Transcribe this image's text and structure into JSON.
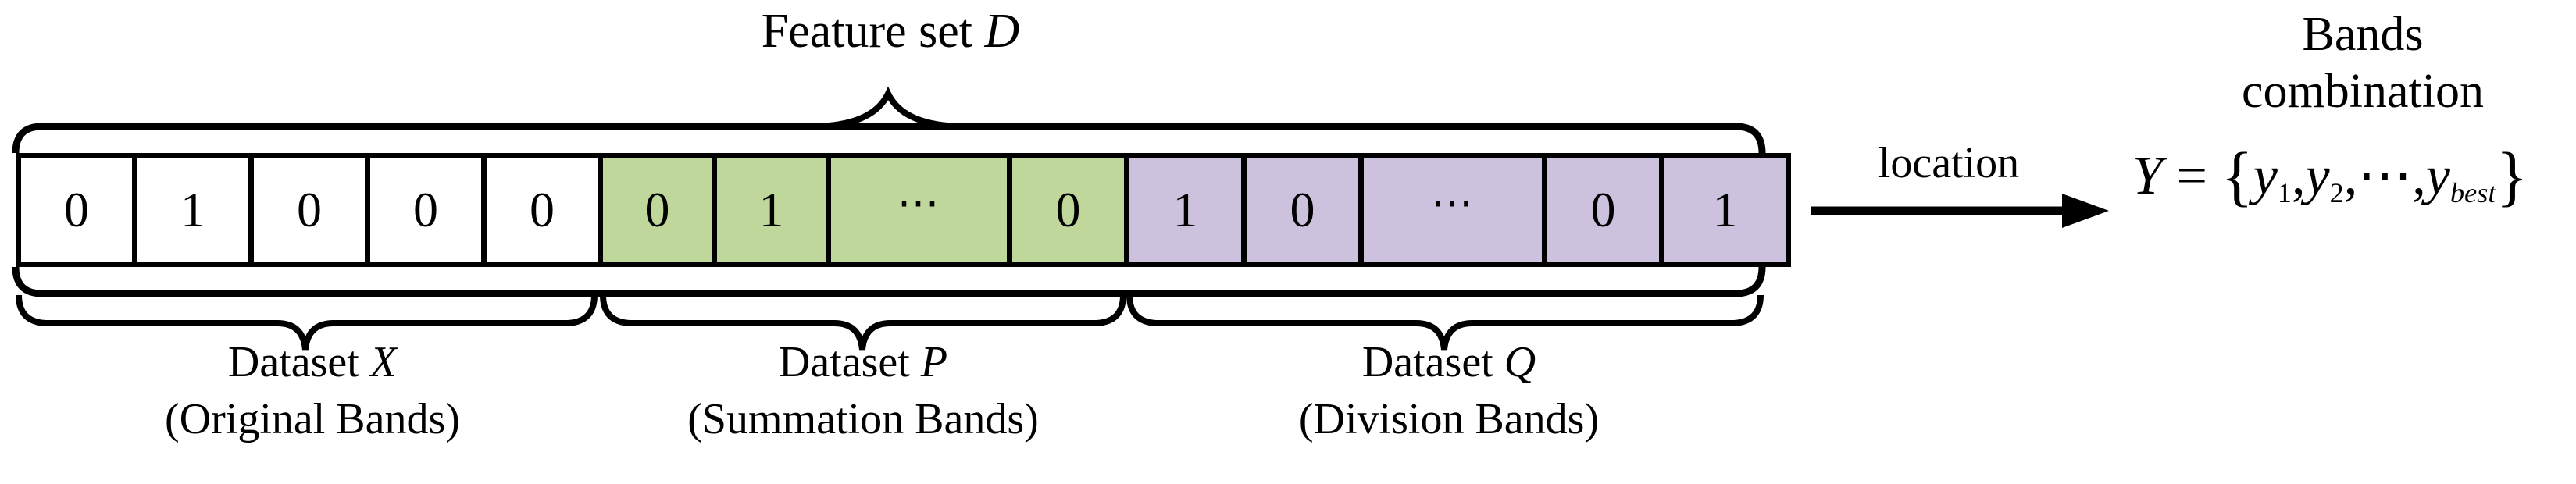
{
  "diagram": {
    "top_label": {
      "prefix": "Feature set ",
      "symbol": "D"
    },
    "output_label_line1": "Bands",
    "output_label_line2": "combination",
    "arrow_label": "location",
    "formula": {
      "lhs": "Y",
      "equals": "=",
      "open_brace": "{",
      "term1": "y",
      "term1_sub": "1",
      "sep1": ",",
      "term2": "y",
      "term2_sub": "2",
      "sep2": ",",
      "ellipsis": "⋯",
      "sep3": ",",
      "term3": "y",
      "term3_sub": "best",
      "close_brace": "}"
    },
    "groups": [
      {
        "id": "dataset-x",
        "name_prefix": "Dataset ",
        "name_symbol": "X",
        "subtitle": "(Original Bands)",
        "fill": "#ffffff",
        "cells": [
          {
            "value": "0"
          },
          {
            "value": "1"
          },
          {
            "value": "0"
          },
          {
            "value": "0"
          },
          {
            "value": "0"
          }
        ]
      },
      {
        "id": "dataset-p",
        "name_prefix": "Dataset ",
        "name_symbol": "P",
        "subtitle": "(Summation Bands)",
        "fill": "#bfd79b",
        "cells": [
          {
            "value": "0"
          },
          {
            "value": "1"
          },
          {
            "value": "⋯"
          },
          {
            "value": "0"
          }
        ]
      },
      {
        "id": "dataset-q",
        "name_prefix": "Dataset ",
        "name_symbol": "Q",
        "subtitle": "(Division Bands)",
        "fill": "#cdc2dd",
        "cells": [
          {
            "value": "1"
          },
          {
            "value": "0"
          },
          {
            "value": "⋯"
          },
          {
            "value": "0"
          },
          {
            "value": "1"
          }
        ]
      }
    ],
    "colors": {
      "outline": "#000000",
      "background": "#ffffff",
      "summation_fill": "#bfd79b",
      "division_fill": "#cdc2dd",
      "original_fill": "#ffffff"
    }
  }
}
